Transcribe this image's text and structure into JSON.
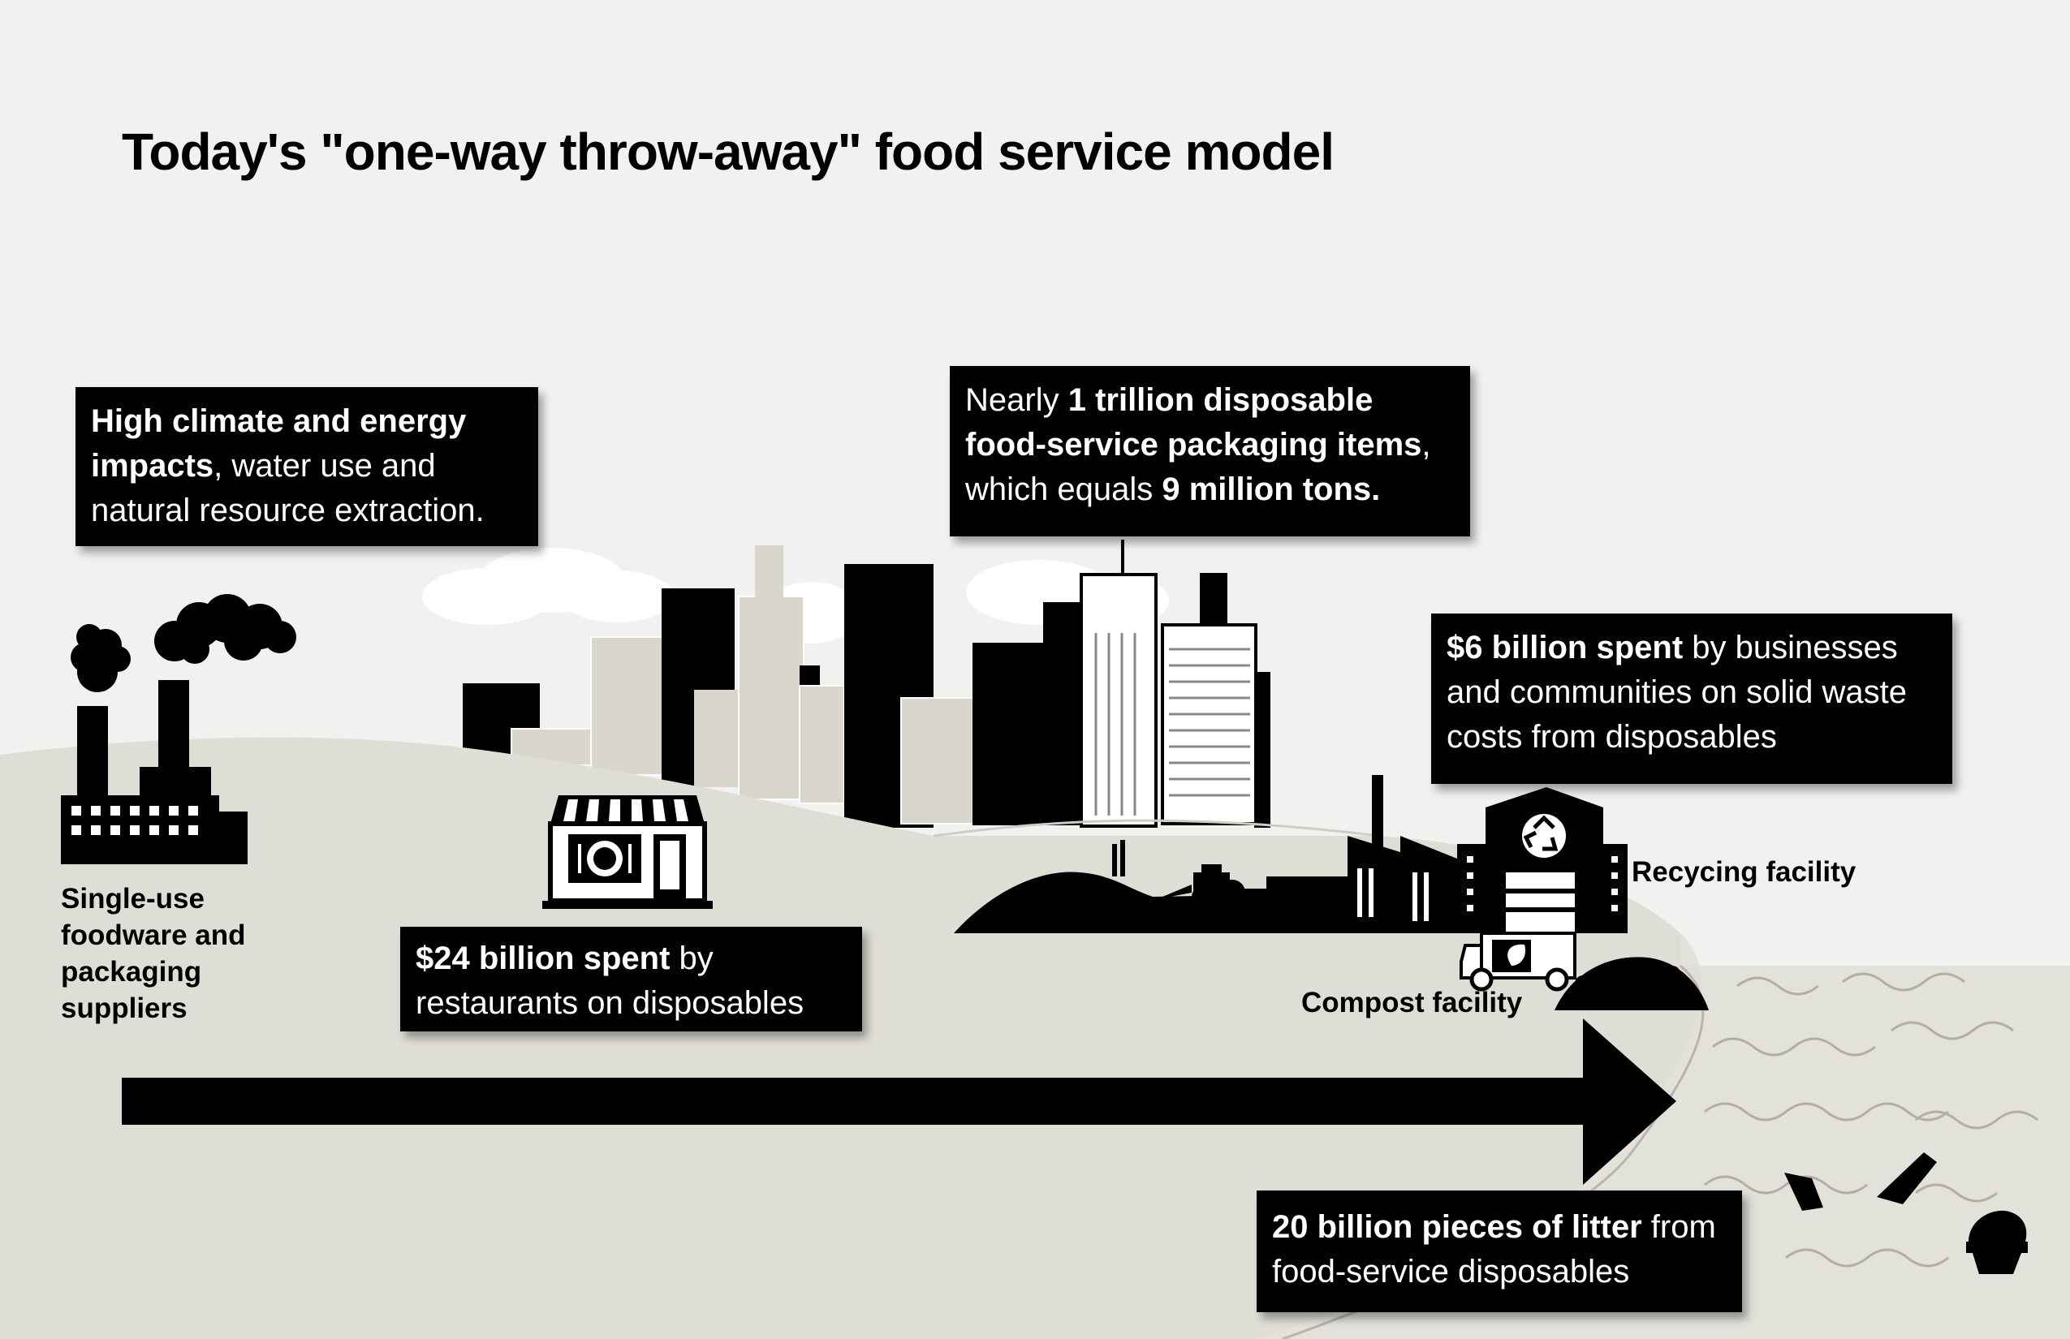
{
  "title": "Today's \"one-way throw-away\" food service model",
  "callouts": {
    "climate": {
      "bold": "High climate and energy impacts",
      "rest": ", water use and natural resource extraction."
    },
    "packaging": {
      "pre": "Nearly ",
      "bold1": "1 trillion disposable food-service packaging items",
      "mid": ", which equals ",
      "bold2": "9 million tons."
    },
    "waste": {
      "bold": "$6 billion spent",
      "rest": " by businesses and communities on solid waste costs from disposables"
    },
    "restaurants": {
      "bold": "$24 billion spent",
      "rest": " by restaurants on disposables"
    },
    "litter": {
      "bold": "20 billion pieces of litter",
      "rest": " from food-service disposables"
    }
  },
  "labels": {
    "suppliers": "Single-use foodware and packaging suppliers",
    "recycling": "Recycing facility",
    "compost": "Compost facility"
  },
  "icons": [
    "factory-icon",
    "smoke-icon",
    "city-skyline-icon",
    "restaurant-storefront-icon",
    "compost-pile-icon",
    "tractor-icon",
    "recycling-facility-icon",
    "recycle-symbol-icon",
    "compost-truck-icon",
    "leaf-icon",
    "flow-arrow-icon",
    "ocean-waves-icon",
    "litter-cup-icon"
  ],
  "colors": {
    "background": "#f1f1ef",
    "land": "#dfdeD6",
    "ink": "#000000",
    "building_light": "#d9d6cc"
  }
}
